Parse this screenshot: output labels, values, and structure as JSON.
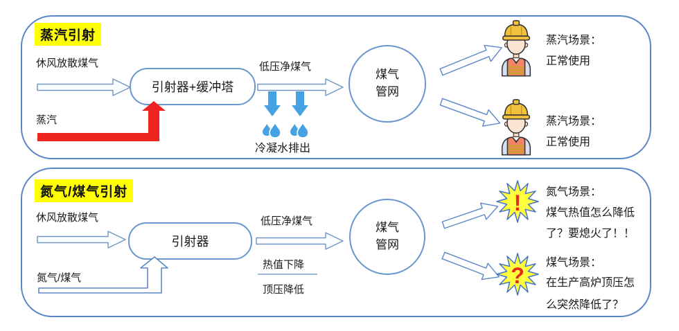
{
  "colors": {
    "panel_border": "#5b87c9",
    "title_highlight": "#ffff00",
    "steam_arrow_red": "#ee2420",
    "water_blue": "#47a2e4",
    "burst_fill": "#ffff3d",
    "burst_symbol_red": "#e62b1e"
  },
  "steam_panel": {
    "title": "蒸汽引射",
    "input_label": "休风放散煤气",
    "ejector_label": "引射器+缓冲塔",
    "steam_label": "蒸汽",
    "output_label": "低压净煤气",
    "condensate_label": "冷凝水排出",
    "network": {
      "line1": "煤气",
      "line2": "管网"
    },
    "scenarios": [
      {
        "title": "蒸汽场景：",
        "line1": "正常使用"
      },
      {
        "title": "蒸汽场景：",
        "line1": "正常使用"
      }
    ]
  },
  "nitrogen_panel": {
    "title": "氮气/煤气引射",
    "input_label": "休风放散煤气",
    "ejector_label": "引射器",
    "inject_label": "氮气/煤气",
    "output_label": "低压净煤气",
    "effect_line1": "热值下降",
    "effect_line2": "顶压降低",
    "network": {
      "line1": "煤气",
      "line2": "管网"
    },
    "scenarios": [
      {
        "burst": "!",
        "title": "氮气场景：",
        "line1": "煤气热值怎么降低",
        "line2": "了？要熄火了！！"
      },
      {
        "burst": "?",
        "title": "煤气场景：",
        "line1": "在生产高炉顶压怎",
        "line2": "么突然降低了？"
      }
    ]
  }
}
